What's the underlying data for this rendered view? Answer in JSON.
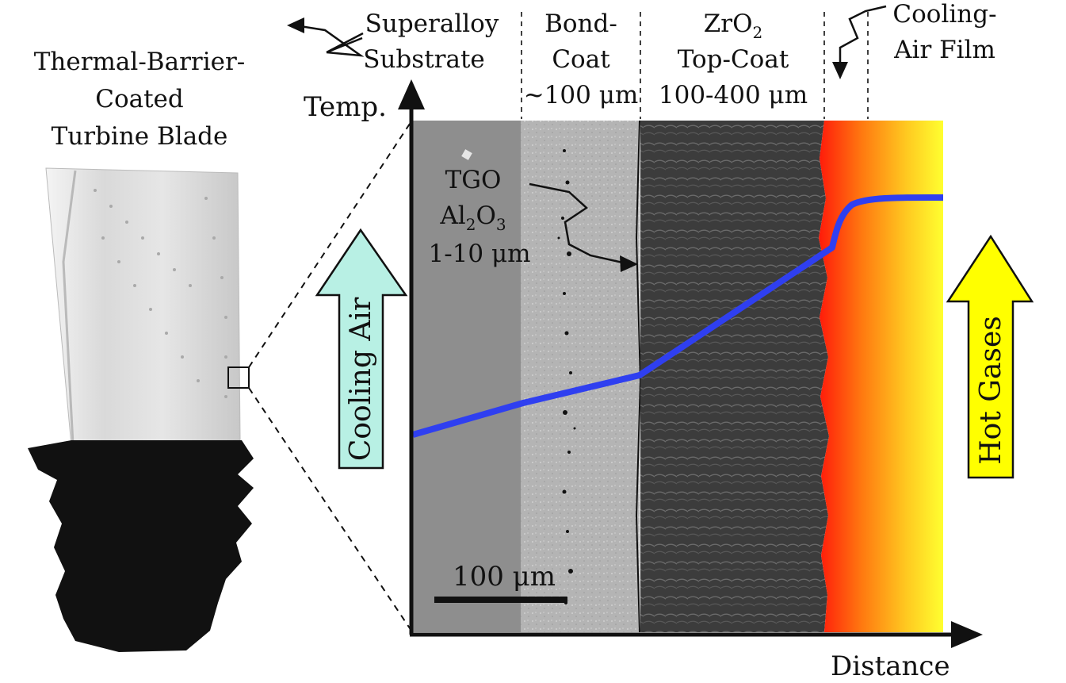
{
  "blade": {
    "title_lines": [
      "Thermal-Barrier-",
      "Coated",
      "Turbine Blade"
    ]
  },
  "layers": {
    "substrate_lines": [
      "Superalloy",
      "Substrate"
    ],
    "bond_coat_lines": [
      "Bond-",
      "Coat",
      "~100 μm"
    ],
    "top_coat": {
      "formula_base": "ZrO",
      "formula_sub": "2",
      "lines": [
        "Top-Coat",
        "100-400 μm"
      ]
    },
    "cooling_film_lines": [
      "Cooling-",
      "Air Film"
    ]
  },
  "tgo": {
    "line1": "TGO",
    "line2_base": "Al",
    "line2_sub1": "2",
    "line2_mid": "O",
    "line2_sub2": "3",
    "line3": "1-10 μm"
  },
  "axes": {
    "y_label": "Temp.",
    "x_label": "Distance"
  },
  "scale_bar": {
    "label": "100 μm"
  },
  "side_arrows": {
    "left_label": "Cooling Air",
    "right_label": "Hot Gases"
  },
  "colors": {
    "cooling_air_arrow": "#b8f0e4",
    "hot_gases_arrow": "#ffff00",
    "temperature_curve": "#2f3ff0",
    "substrate_gray": "#8c8c8c",
    "bond_coat_gray": "#b8b8b8",
    "top_coat_dark": "#3a3a3a",
    "hot_gradient_start": "#ff2a10",
    "hot_gradient_end": "#ffff30"
  }
}
